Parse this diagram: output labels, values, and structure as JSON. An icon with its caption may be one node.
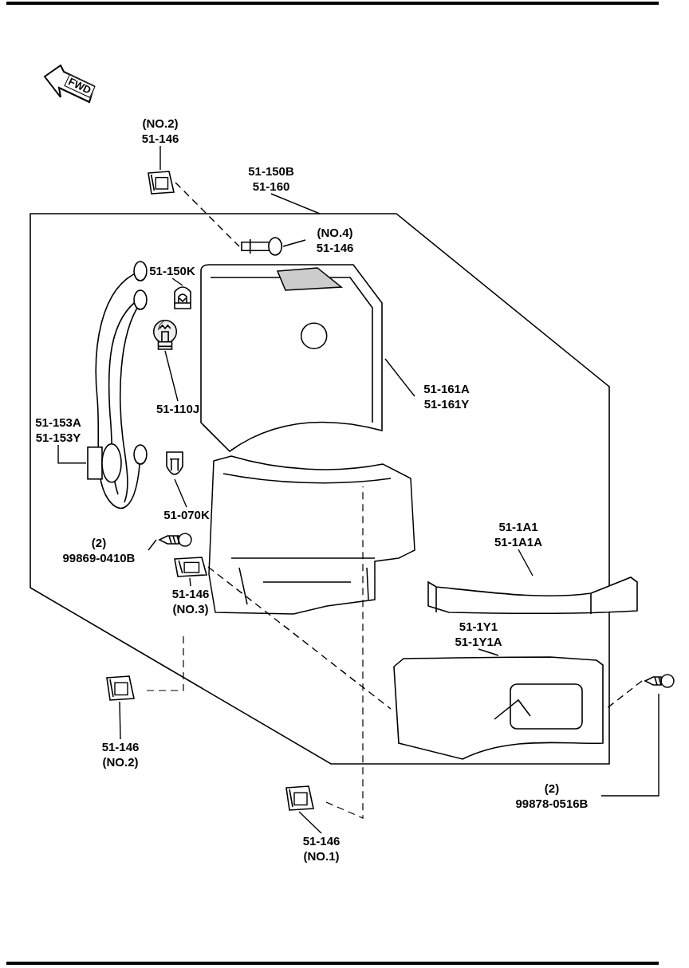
{
  "diagram": {
    "nodes": [
      {
        "text": [
          "(NO.2)",
          "51-146"
        ]
      },
      {
        "text": [],
        "shape": "picture"
      },
      {
        "text": [
          "51-150B",
          "51-160"
        ]
      },
      {
        "text": [],
        "shape": "box"
      },
      {
        "text": [
          "(NO.4)",
          "51-146"
        ],
        "in": 3
      },
      {
        "text": [],
        "shape": "picture",
        "in": 3
      },
      {
        "text": [
          "51-150K"
        ],
        "in": 3
      },
      {
        "text": [],
        "shape": "picture",
        "in": 3
      },
      {
        "text": [
          "51-110J"
        ],
        "in": 3
      },
      {
        "text": [],
        "shape": "picture",
        "in": 3
      },
      {
        "text": [
          "51-161A",
          "51-161Y"
        ],
        "in": 3
      },
      {
        "text": [],
        "shape": "picture",
        "in": 3
      },
      {
        "text": [
          "51-153A",
          "51-153Y"
        ],
        "in": 3
      },
      {
        "text": [],
        "shape": "picture",
        "in": 3
      },
      {
        "text": [
          "51-070K"
        ],
        "in": 3
      },
      {
        "text": [],
        "shape": "picture",
        "in": 3
      },
      {
        "text": [
          "(2)",
          "99869-0410B"
        ],
        "in": 3
      },
      {
        "text": [],
        "shape": "picture",
        "in": 3
      },
      {
        "text": [
          "51-146",
          "(NO.3)"
        ],
        "in": 3
      },
      {
        "text": [],
        "shape": "picture",
        "in": 3
      },
      {
        "text": [
          "51-1A1",
          "51-1A1A"
        ],
        "in": 3
      },
      {
        "text": [],
        "shape": "picture"
      },
      {
        "text": [
          "51-1Y1",
          "51-1Y1A"
        ],
        "in": 3
      },
      {
        "text": [],
        "shape": "picture",
        "in": 3
      },
      {
        "text": [],
        "shape": "picture"
      },
      {
        "text": [
          "51-146",
          "(NO.2)"
        ]
      },
      {
        "text": [],
        "shape": "picture"
      },
      {
        "text": [
          "51-146",
          "(NO.1)"
        ]
      },
      {
        "text": [],
        "shape": "picture"
      },
      {
        "text": [
          "(2)",
          "99878-0516B"
        ]
      }
    ],
    "edges": [
      {
        "from": 0,
        "to": 1,
        "arrow": "none"
      },
      {
        "from": 2,
        "to": 3,
        "arrow": "none"
      },
      {
        "from": 4,
        "to": 5,
        "arrow": "none"
      },
      {
        "from": 6,
        "to": 7,
        "arrow": "none"
      },
      {
        "from": 8,
        "to": 9,
        "arrow": "none"
      },
      {
        "from": 10,
        "to": 11,
        "arrow": "none"
      },
      {
        "from": 12,
        "to": 13,
        "arrow": "none"
      },
      {
        "from": 14,
        "to": 15,
        "arrow": "none"
      },
      {
        "from": 16,
        "to": 17,
        "arrow": "none"
      },
      {
        "from": 18,
        "to": 19,
        "arrow": "none"
      },
      {
        "from": 20,
        "to": 21,
        "arrow": "none"
      },
      {
        "from": 22,
        "to": 23,
        "arrow": "none"
      },
      {
        "from": 25,
        "to": 24,
        "arrow": "none"
      },
      {
        "from": 27,
        "to": 26,
        "arrow": "none"
      },
      {
        "from": 29,
        "to": 28,
        "arrow": "none"
      },
      {
        "from": 1,
        "to": 5,
        "arrow": "none",
        "style": "dashed"
      },
      {
        "from": 19,
        "to": 23,
        "arrow": "none",
        "style": "dashed"
      },
      {
        "from": 28,
        "to": 23,
        "arrow": "none",
        "style": "dashed"
      }
    ],
    "labels": [
      "FWD"
    ]
  }
}
